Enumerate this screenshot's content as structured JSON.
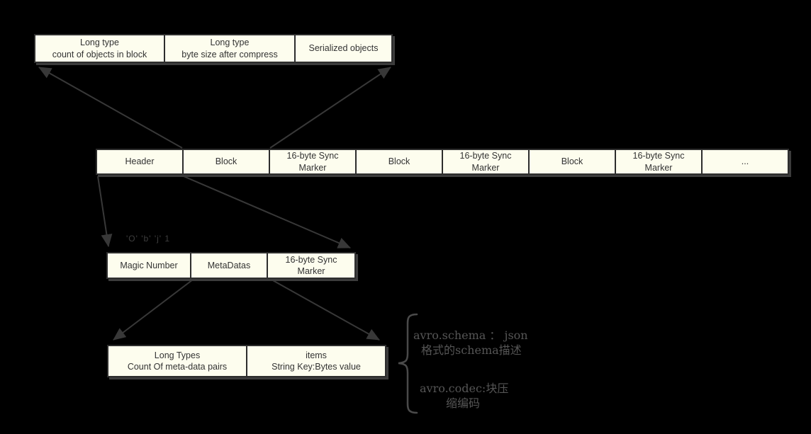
{
  "canvas": {
    "background": "#000000"
  },
  "colors": {
    "box_fill": "#FDFDEE",
    "box_border": "#2D2D2D",
    "box_text": "#333333",
    "arrow": "#383838",
    "muted_label": "#3E3E3E",
    "annotation_text": "#555555",
    "brace": "#4A4A4A",
    "row_shadow": "#3C3C3C"
  },
  "rows": {
    "block_detail": {
      "cells": [
        {
          "line1": "Long type",
          "line2": "count of objects in block"
        },
        {
          "line1": "Long type",
          "line2": "byte size after compress"
        },
        {
          "line1": "Serialized objects",
          "line2": ""
        }
      ]
    },
    "file_structure": {
      "cells": [
        {
          "line1": "Header",
          "line2": ""
        },
        {
          "line1": "Block",
          "line2": ""
        },
        {
          "line1": "16-byte Sync",
          "line2": "Marker"
        },
        {
          "line1": "Block",
          "line2": ""
        },
        {
          "line1": "16-byte Sync",
          "line2": "Marker"
        },
        {
          "line1": "Block",
          "line2": ""
        },
        {
          "line1": "16-byte Sync",
          "line2": "Marker"
        },
        {
          "line1": "...",
          "line2": ""
        }
      ]
    },
    "header_detail": {
      "cells": [
        {
          "line1": "Magic Number",
          "line2": ""
        },
        {
          "line1": "MetaDatas",
          "line2": ""
        },
        {
          "line1": "16-byte Sync",
          "line2": "Marker"
        }
      ]
    },
    "metadata_detail": {
      "cells": [
        {
          "line1": "Long Types",
          "line2": "Count Of meta-data pairs"
        },
        {
          "line1": "items",
          "line2": "String Key:Bytes value"
        }
      ]
    }
  },
  "annotations": {
    "magic_bytes": "'O' 'b' 'j' 1",
    "schema_line1": "avro.schema ： json",
    "schema_line2": "格式的schema描述",
    "codec_line1": "avro.codec:块压",
    "codec_line2": "缩编码"
  }
}
